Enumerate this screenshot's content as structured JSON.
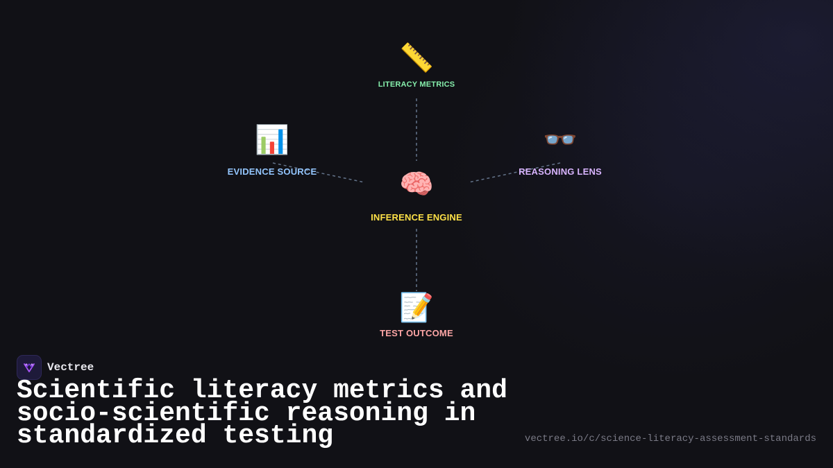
{
  "diagram": {
    "nodes": {
      "literacy_metrics": {
        "icon": "ruler-icon",
        "emoji": "📏",
        "label": "LITERACY METRICS",
        "color": "#86efac"
      },
      "evidence_source": {
        "icon": "bar-chart-icon",
        "emoji": "📊",
        "label": "EVIDENCE SOURCE",
        "color": "#93c5fd"
      },
      "inference_engine": {
        "icon": "brain-icon",
        "emoji": "🧠",
        "label": "INFERENCE ENGINE",
        "color": "#fde047"
      },
      "reasoning_lens": {
        "icon": "glasses-icon",
        "emoji": "👓",
        "label": "REASONING LENS",
        "color": "#d8b4fe"
      },
      "test_outcome": {
        "icon": "memo-icon",
        "emoji": "📝",
        "label": "TEST OUTCOME",
        "color": "#fca5a5"
      }
    },
    "edges": [
      {
        "from": "literacy_metrics",
        "to": "inference_engine"
      },
      {
        "from": "evidence_source",
        "to": "inference_engine"
      },
      {
        "from": "reasoning_lens",
        "to": "inference_engine"
      },
      {
        "from": "inference_engine",
        "to": "test_outcome"
      }
    ],
    "edge_color": "#64748b"
  },
  "brand": {
    "name": "Vectree",
    "logo_icon": "vectree-logo-icon",
    "logo_color": "#a855f7"
  },
  "headline": "Scientific literacy metrics and socio-scientific reasoning in standardized testing",
  "url": "vectree.io/c/science-literacy-assessment-standards"
}
